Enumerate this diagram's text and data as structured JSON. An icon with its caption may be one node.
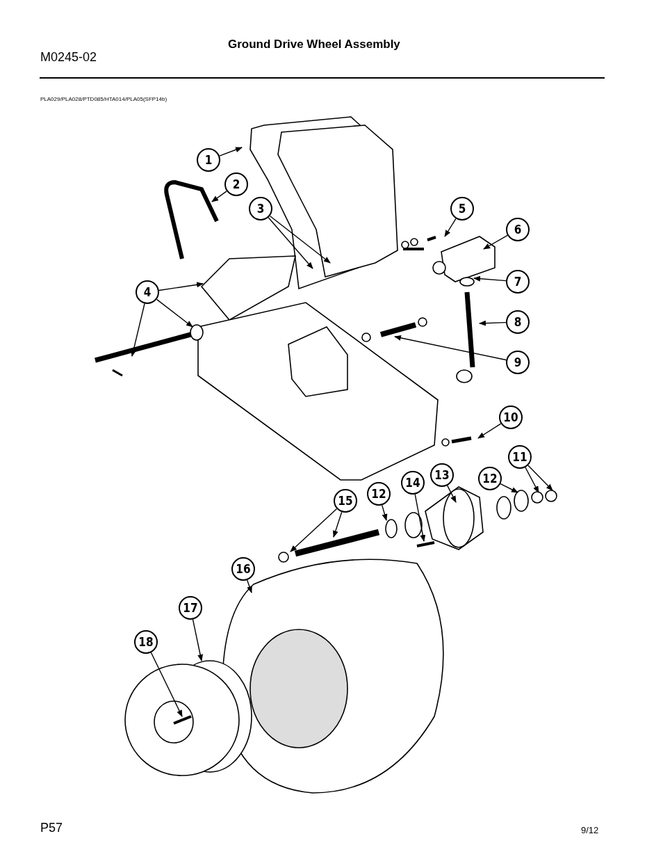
{
  "diagram": {
    "title": "Ground Drive Wheel Assembly",
    "nodes": [
      {
        "text": [
          "1"
        ]
      },
      {
        "text": [
          "2"
        ]
      },
      {
        "text": [
          "3"
        ]
      },
      {
        "text": [
          "5"
        ]
      },
      {
        "text": [
          "6"
        ]
      },
      {
        "text": [
          "7"
        ]
      },
      {
        "text": [
          "4"
        ]
      },
      {
        "text": [
          "8"
        ]
      },
      {
        "text": [
          "9"
        ]
      },
      {
        "text": [
          "10"
        ]
      },
      {
        "text": [
          "11"
        ]
      },
      {
        "text": [
          "12"
        ]
      },
      {
        "text": [
          "13"
        ]
      },
      {
        "text": [
          "14"
        ]
      },
      {
        "text": [
          "12"
        ]
      },
      {
        "text": [
          "15"
        ]
      },
      {
        "text": [
          "16"
        ]
      },
      {
        "text": [
          "17"
        ]
      },
      {
        "text": [
          "18"
        ]
      }
    ],
    "edges": [
      {
        "from": 0,
        "to": null,
        "arrow": "to"
      },
      {
        "from": 1,
        "to": null,
        "arrow": "to"
      },
      {
        "from": 2,
        "to": null,
        "arrow": "to"
      },
      {
        "from": 2,
        "to": null,
        "arrow": "to"
      },
      {
        "from": 3,
        "to": null,
        "arrow": "to"
      },
      {
        "from": 4,
        "to": null,
        "arrow": "to"
      },
      {
        "from": 5,
        "to": null,
        "arrow": "to"
      },
      {
        "from": 6,
        "to": null,
        "arrow": "to"
      },
      {
        "from": 6,
        "to": null,
        "arrow": "to"
      },
      {
        "from": 6,
        "to": null,
        "arrow": "to"
      },
      {
        "from": 7,
        "to": null,
        "arrow": "to"
      },
      {
        "from": 8,
        "to": null,
        "arrow": "to"
      },
      {
        "from": 9,
        "to": null,
        "arrow": "to"
      },
      {
        "from": 10,
        "to": null,
        "arrow": "to"
      },
      {
        "from": 10,
        "to": null,
        "arrow": "to"
      },
      {
        "from": 11,
        "to": null,
        "arrow": "to"
      },
      {
        "from": 12,
        "to": null,
        "arrow": "to"
      },
      {
        "from": 13,
        "to": null,
        "arrow": "to"
      },
      {
        "from": 14,
        "to": null,
        "arrow": "to"
      },
      {
        "from": 15,
        "to": null,
        "arrow": "to"
      },
      {
        "from": 15,
        "to": null,
        "arrow": "to"
      },
      {
        "from": 16,
        "to": null,
        "arrow": "to"
      },
      {
        "from": 17,
        "to": null,
        "arrow": "to"
      },
      {
        "from": 18,
        "to": null,
        "arrow": "to"
      }
    ],
    "labels": [
      "M0245-02",
      "PLA029/PLA028/PTD085/HTA014/PLA05(SFP14b)",
      "P57",
      "9/12"
    ]
  }
}
